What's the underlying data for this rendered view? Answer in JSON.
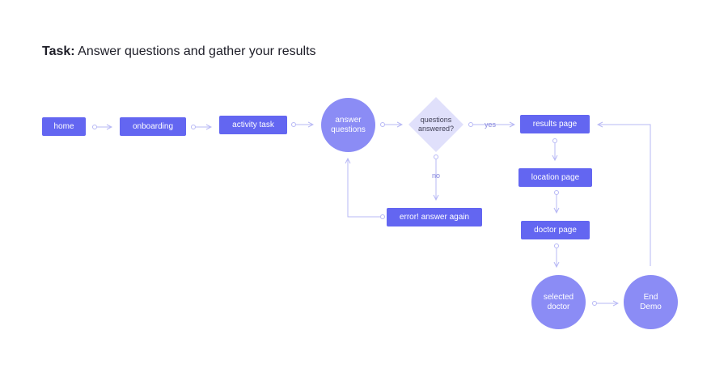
{
  "task": {
    "prefix": "Task:",
    "text": " Answer questions and gather your results"
  },
  "nodes": {
    "home": "home",
    "onboarding": "onboarding",
    "activity_task": "activity task",
    "answer_questions": [
      "answer",
      "questions"
    ],
    "questions_answered": [
      "questions",
      "answered?"
    ],
    "error": "error! answer again",
    "results_page": "results page",
    "location_page": "location page",
    "doctor_page": "doctor page",
    "selected_doctor": [
      "selected",
      "doctor"
    ],
    "end_demo": [
      "End",
      "Demo"
    ]
  },
  "edge_labels": {
    "yes": "yes",
    "no": "no"
  },
  "colors": {
    "box": "#6366f1",
    "circle": "#8b8cf5",
    "diamond": "#e0e0fb",
    "connector": "#b7b8f5",
    "edge_label": "#8889dd"
  }
}
